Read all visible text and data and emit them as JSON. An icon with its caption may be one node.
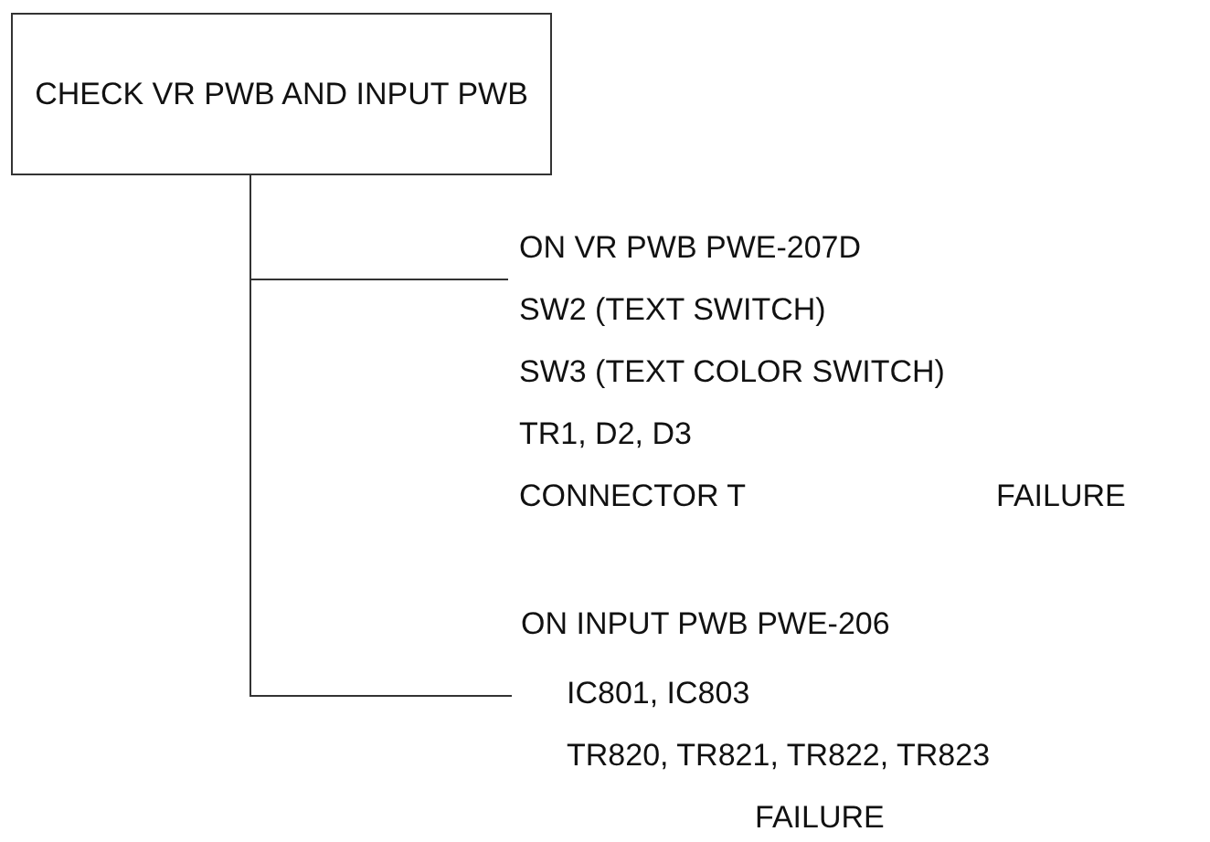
{
  "diagram": {
    "nodes": [
      {
        "text": [
          "CHECK VR PWB AND INPUT PWB"
        ]
      },
      {
        "text": [
          "ON VR PWB PWE-207D",
          "SW2 (TEXT SWITCH)",
          "SW3 (TEXT COLOR SWITCH)",
          "TR1, D2, D3",
          "CONNECTOR T",
          "FAILURE"
        ]
      },
      {
        "text": [
          "ON INPUT PWB PWE-206",
          "IC801, IC803",
          "TR820, TR821, TR822, TR823",
          "FAILURE"
        ]
      }
    ],
    "edges": [
      {
        "from": 0,
        "to": 1,
        "arrow": "none"
      },
      {
        "from": 0,
        "to": 2,
        "arrow": "none"
      }
    ]
  }
}
